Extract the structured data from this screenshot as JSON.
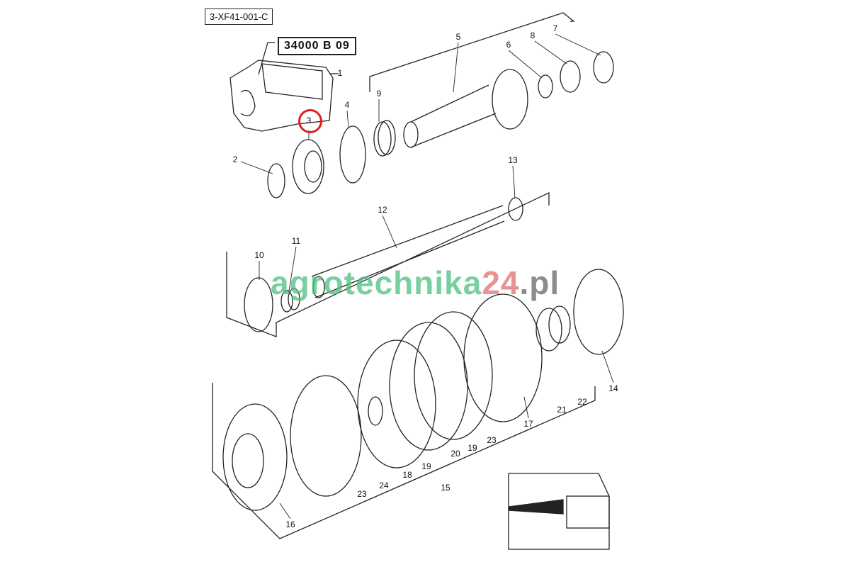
{
  "diagram": {
    "drawing_code": "3-XF41-001-C",
    "group_ref": "34000 B 09",
    "highlighted_part": "3",
    "labels": [
      "1",
      "2",
      "3",
      "4",
      "5",
      "6",
      "7",
      "8",
      "9",
      "10",
      "11",
      "12",
      "13",
      "14",
      "15",
      "16",
      "17",
      "18",
      "19",
      "19",
      "20",
      "21",
      "22",
      "23",
      "23",
      "24"
    ],
    "highlight_color": "#e02020"
  },
  "watermark": {
    "part1": "agrotechnika",
    "part2": "24",
    "part3": ".pl"
  }
}
